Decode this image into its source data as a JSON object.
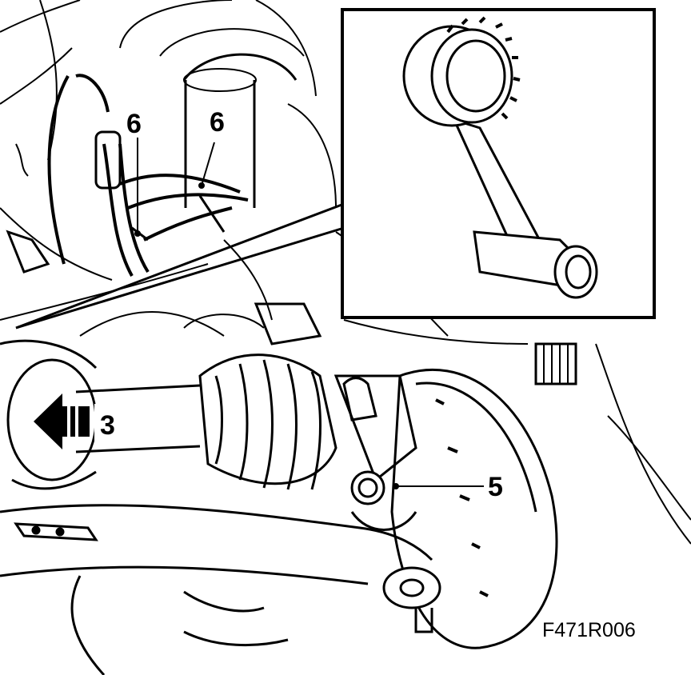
{
  "callouts": {
    "c6_left": "6",
    "c6_right": "6",
    "c3": "3",
    "c5": "5"
  },
  "figure_code": "F471R006",
  "colors": {
    "ink": "#000000",
    "paper": "#ffffff"
  },
  "icons": [
    "arrow-left-icon",
    "tool-wrench-icon"
  ]
}
